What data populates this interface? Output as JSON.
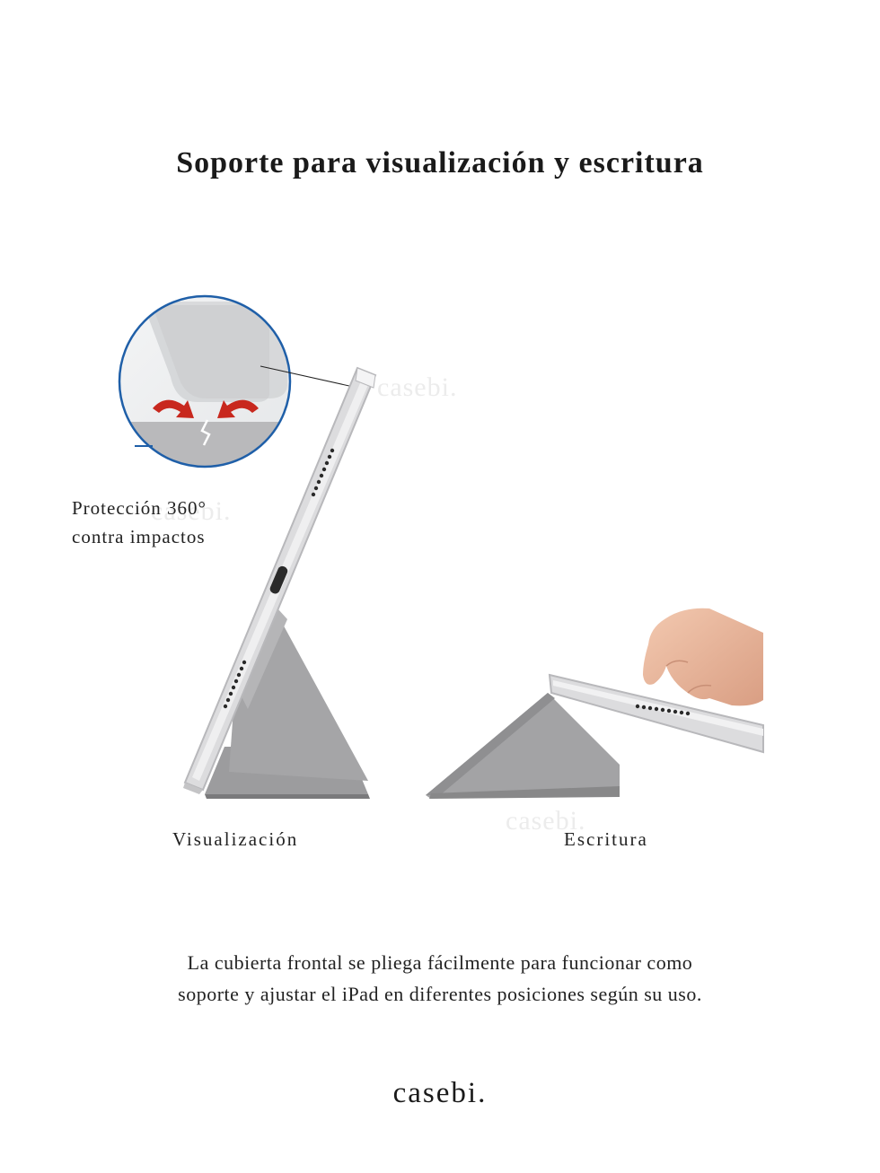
{
  "heading": "Soporte para visualización y escritura",
  "callout": {
    "line1": "Protección 360°",
    "line2": "contra impactos"
  },
  "modes": {
    "viewing_label": "Visualización",
    "writing_label": "Escritura"
  },
  "description": {
    "line1": "La cubierta frontal se pliega fácilmente para funcionar como",
    "line2": "soporte y ajustar el iPad en diferentes posiciones según su uso."
  },
  "brand": "casebi.",
  "watermark": "casebi.",
  "colors": {
    "cover_gray": "#9a9a9a",
    "tablet_silver": "#dcdcde",
    "zoom_ring": "#1f5fa8",
    "arrow_red": "#c8281e"
  }
}
